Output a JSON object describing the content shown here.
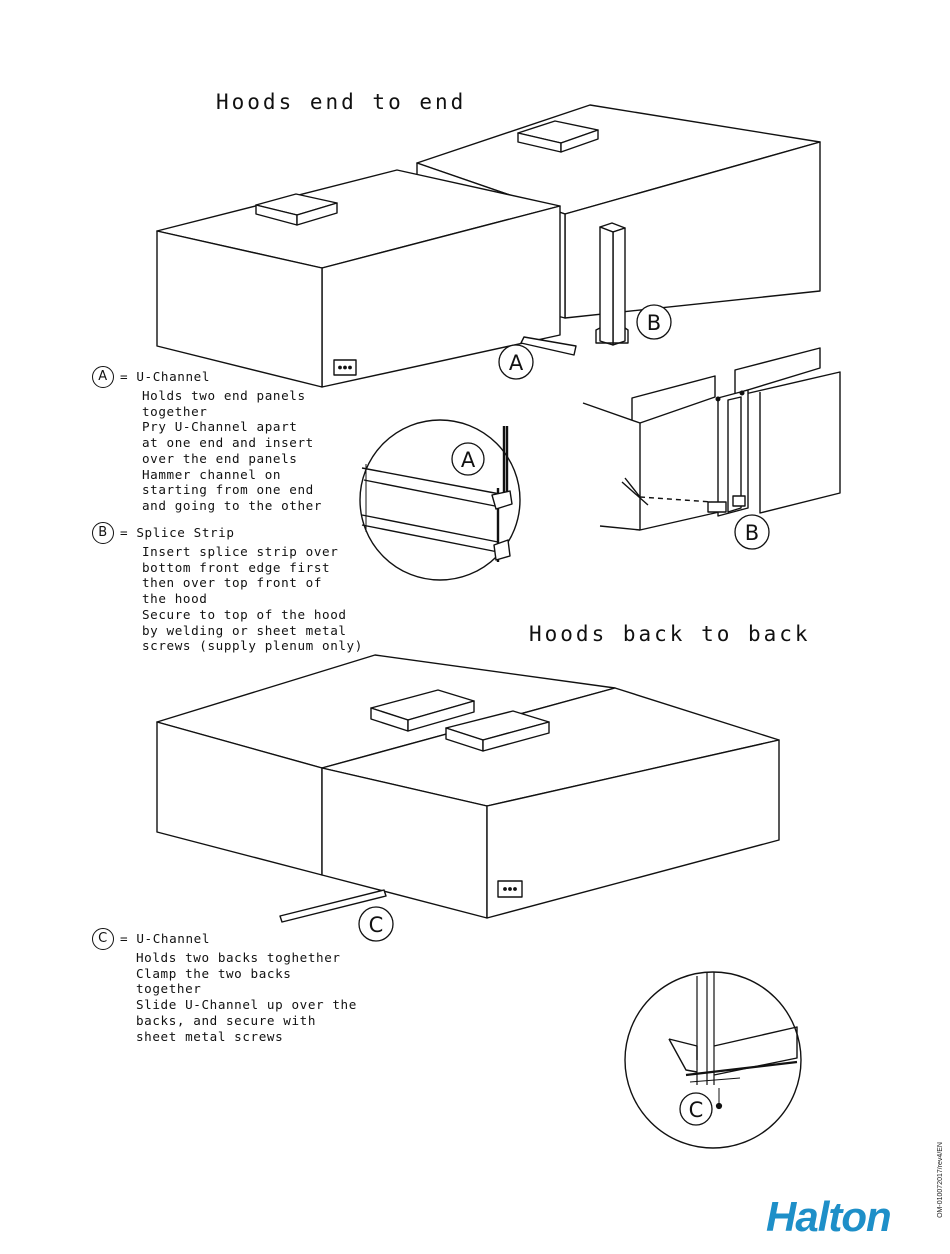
{
  "titles": {
    "end_to_end": "Hoods end to end",
    "back_to_back": "Hoods back to back"
  },
  "callouts": {
    "a": "A",
    "b": "B",
    "c": "C"
  },
  "notes": {
    "a": {
      "letter": "A",
      "head": "= U-Channel",
      "lines": [
        "Holds two end panels",
        "together",
        "Pry U-Channel apart",
        "at one end and insert",
        "over the end panels",
        "Hammer channel on",
        "starting from one end",
        "and going to the other"
      ]
    },
    "b": {
      "letter": "B",
      "head": "= Splice Strip",
      "lines": [
        "Insert splice strip over",
        "bottom front edge first",
        "then over top front of",
        "the hood",
        "Secure to top of the hood",
        "by welding or sheet metal",
        "screws (supply plenum only)"
      ]
    },
    "c": {
      "letter": "C",
      "head": "= U-Channel",
      "lines": [
        "Holds two backs toghether",
        "Clamp the two backs",
        "together",
        "Slide U-Channel up over the",
        "backs, and secure with",
        "sheet metal screws"
      ]
    }
  },
  "footer": {
    "doc_code": "OM-010072017/rev4/EN",
    "logo": "Halton",
    "logo_color": "#1e8fc8"
  }
}
